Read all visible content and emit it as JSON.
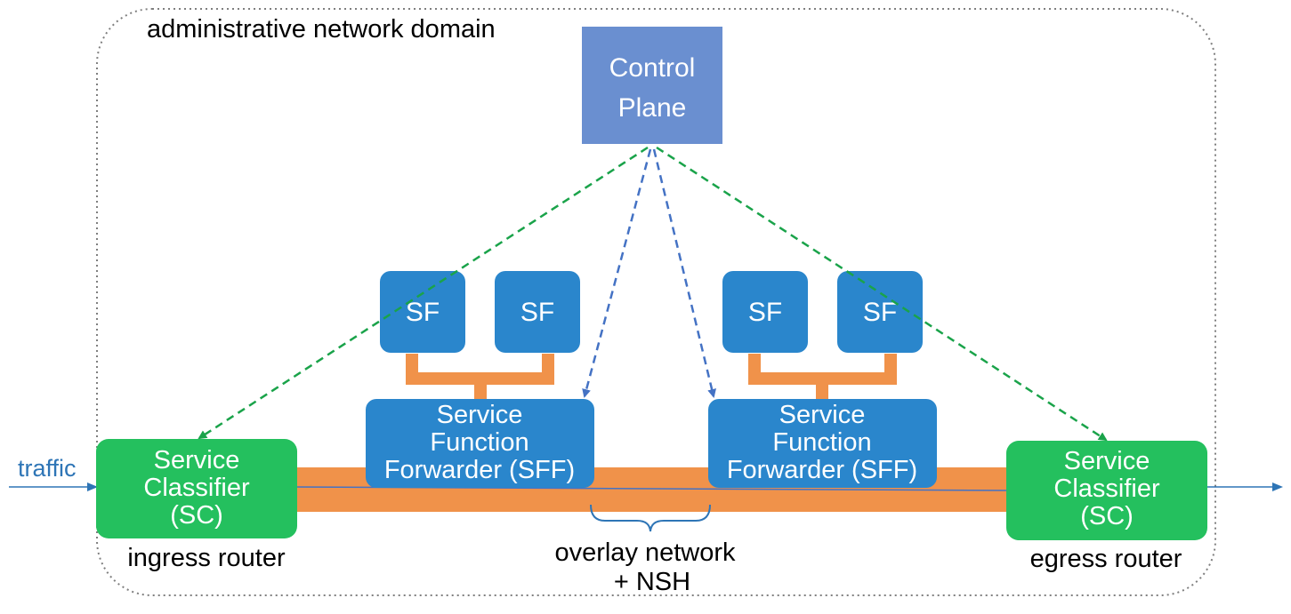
{
  "domain_label": "administrative network domain",
  "control_plane": {
    "line1": "Control",
    "line2": "Plane"
  },
  "service_functions": [
    "SF",
    "SF",
    "SF",
    "SF"
  ],
  "sff": {
    "line1": "Service",
    "line2": "Function",
    "line3": "Forwarder (SFF)"
  },
  "sc": {
    "line1": "Service",
    "line2": "Classifier",
    "line3": "(SC)"
  },
  "traffic_label": "traffic",
  "ingress_label": "ingress router",
  "egress_label": "egress router",
  "overlay": {
    "line1": "overlay network",
    "line2": "+ NSH"
  },
  "colors": {
    "control_plane": "#6a8fd0",
    "sf": "#2a86cc",
    "sc": "#24c05e",
    "pipe": "#f0924a",
    "green_dash": "#1aa34a",
    "blue_dash": "#4472c4",
    "traffic": "#2e75b6"
  }
}
